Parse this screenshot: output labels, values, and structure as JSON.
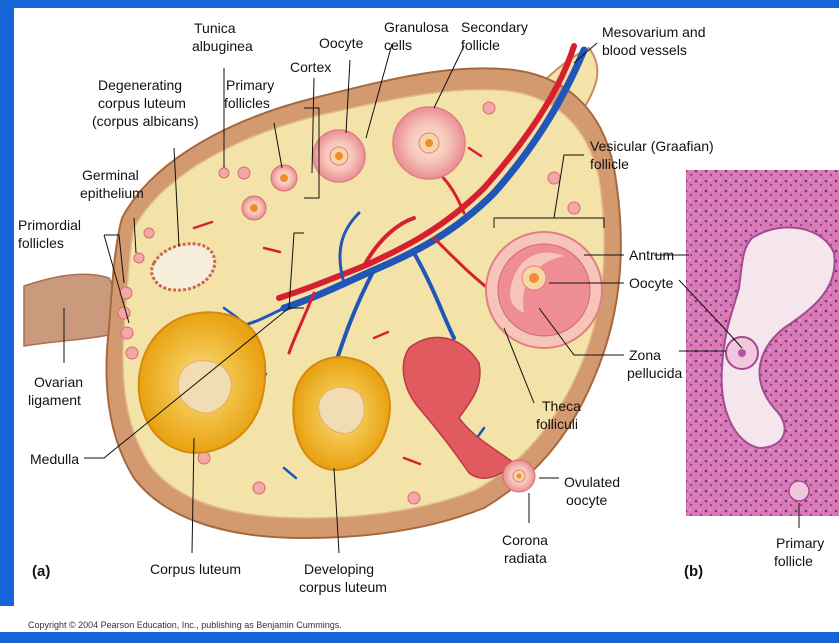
{
  "labels": {
    "tunica_albuginea": [
      "Tunica",
      "albuginea"
    ],
    "oocyte_top": "Oocyte",
    "granulosa_cells": [
      "Granulosa",
      "cells"
    ],
    "secondary_follicle": [
      "Secondary",
      "follicle"
    ],
    "mesovarium": [
      "Mesovarium and",
      "blood vessels"
    ],
    "degenerating_cl": [
      "Degenerating",
      "corpus luteum",
      "(corpus albicans)"
    ],
    "primary_follicles": [
      "Primary",
      "follicles"
    ],
    "cortex": "Cortex",
    "vesicular_follicle": [
      "Vesicular (Graafian)",
      "follicle"
    ],
    "germinal_epithelium": [
      "Germinal",
      "epithelium"
    ],
    "primordial_follicles": [
      "Primordial",
      "follicles"
    ],
    "antrum": "Antrum",
    "oocyte_right": "Oocyte",
    "zona_pellucida": [
      "Zona",
      "pellucida"
    ],
    "ovarian_ligament": [
      "Ovarian",
      "ligament"
    ],
    "theca_folliculi": [
      "Theca",
      "folliculi"
    ],
    "medulla": "Medulla",
    "ovulated_oocyte": [
      "Ovulated",
      "oocyte"
    ],
    "corona_radiata": [
      "Corona",
      "radiata"
    ],
    "panel_a": "(a)",
    "corpus_luteum": "Corpus luteum",
    "developing_cl": [
      "Developing",
      "corpus luteum"
    ],
    "panel_b": "(b)",
    "primary_follicle_b": [
      "Primary",
      "follicle"
    ]
  },
  "copyright": "Copyright © 2004 Pearson Education, Inc., publishing as Benjamin Cummings.",
  "colors": {
    "frame": "#1565d8",
    "ovary": "#f3e3a8",
    "ovary_outline": "#c98c63",
    "ligament": "#c99577",
    "follicle": "#f2a8a8",
    "artery": "#d62030",
    "vein": "#2156b8",
    "corpus_luteum": "#f0b41e",
    "histology": "#c9569f"
  }
}
